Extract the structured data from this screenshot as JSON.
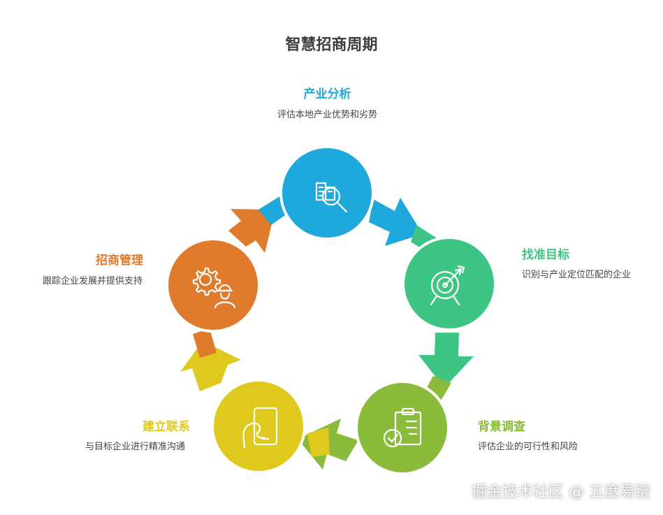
{
  "title": "智慧招商周期",
  "colors": {
    "blue": "#1fa8dc",
    "green": "#3ec483",
    "lime": "#8bbb3a",
    "yellow": "#dfc91f",
    "orange": "#e07b2d"
  },
  "stages": [
    {
      "label": "产业分析",
      "description": "评估本地产业优势和劣势",
      "icon": "building-search-icon",
      "color": "#1fa8dc"
    },
    {
      "label": "找准目标",
      "description": "识别与产业定位匹配的企业",
      "icon": "target-arrow-icon",
      "color": "#3ec483"
    },
    {
      "label": "背景调查",
      "description": "评估企业的可行性和风险",
      "icon": "checklist-icon",
      "color": "#8bbb3a"
    },
    {
      "label": "建立联系",
      "description": "与目标企业进行精准沟通",
      "icon": "person-phone-icon",
      "color": "#dfc91f"
    },
    {
      "label": "招商管理",
      "description": "跟踪企业发展并提供支持",
      "icon": "gear-worker-icon",
      "color": "#e07b2d"
    }
  ],
  "watermark": "掘金技术社区 @ 五度易链"
}
